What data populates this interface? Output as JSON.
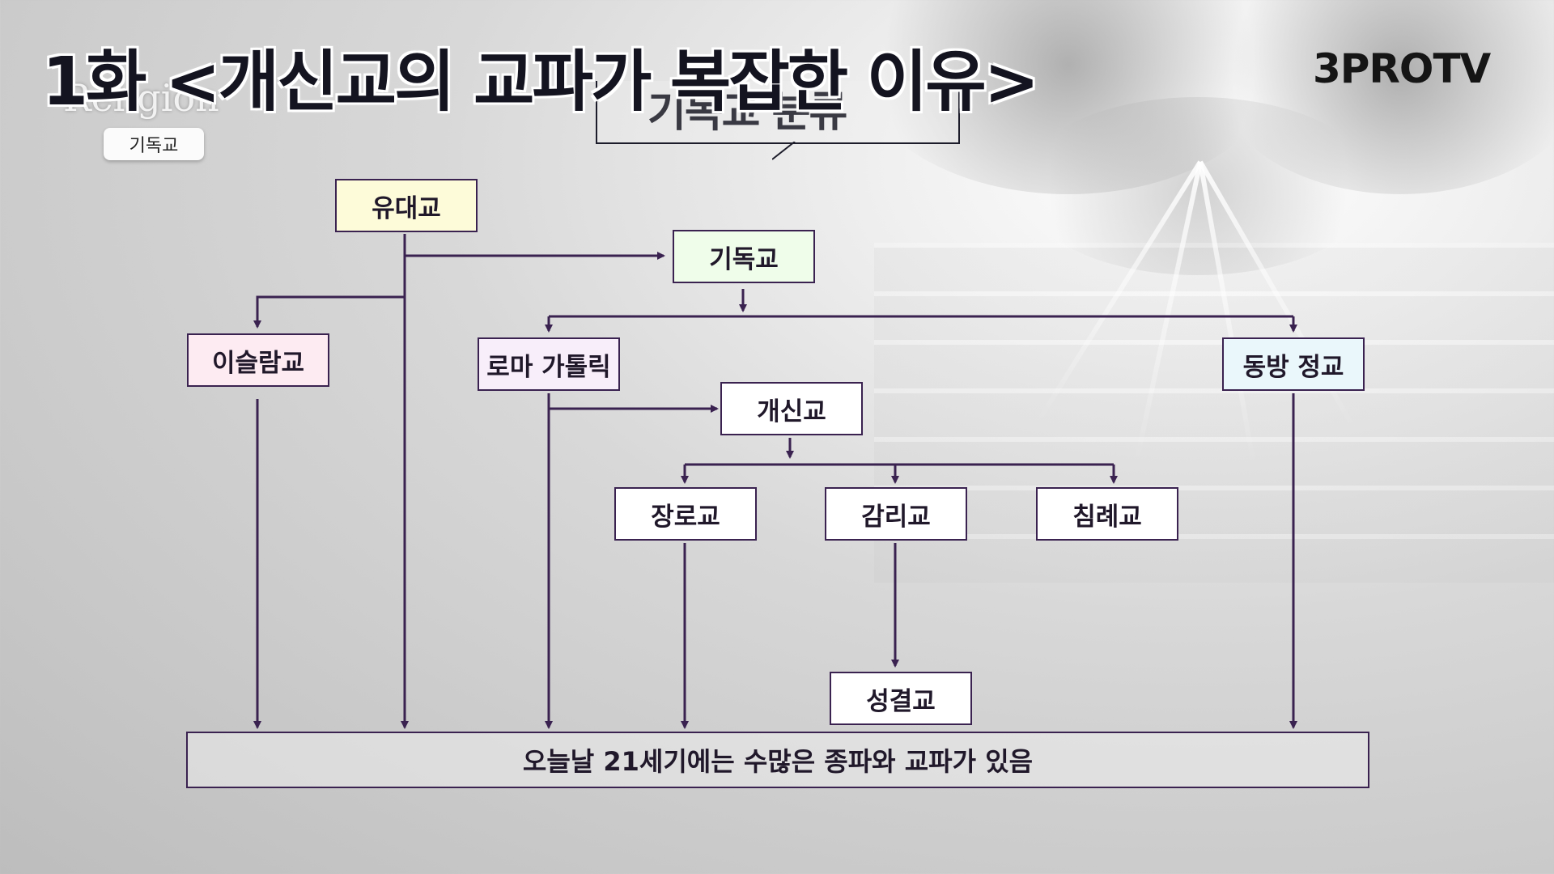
{
  "episode_title": "1화 <개신교의 교파가 복잡한 이유>",
  "background_word": "Religion",
  "category_tag": "기독교",
  "channel_logo": "3PROTV",
  "bubble_heading": "기독교 분류",
  "nodes": {
    "judaism": "유대교",
    "christianity": "기독교",
    "islam": "이슬람교",
    "catholic": "로마 가톨릭",
    "orthodox": "동방 정교",
    "protestant": "개신교",
    "presbyterian": "장로교",
    "methodist": "감리교",
    "baptist": "침례교",
    "holiness": "성결교"
  },
  "bottom_note": "오늘날 21세기에는 수많은 종파와 교파가 있음",
  "colors": {
    "judaism_fill": "#fdfbd9",
    "christianity_fill": "#effdea",
    "islam_fill": "#fdebf2",
    "catholic_fill": "#f8eefa",
    "orthodox_fill": "#eaf7fb",
    "white_fill": "#ffffff",
    "line": "#3a2250"
  }
}
